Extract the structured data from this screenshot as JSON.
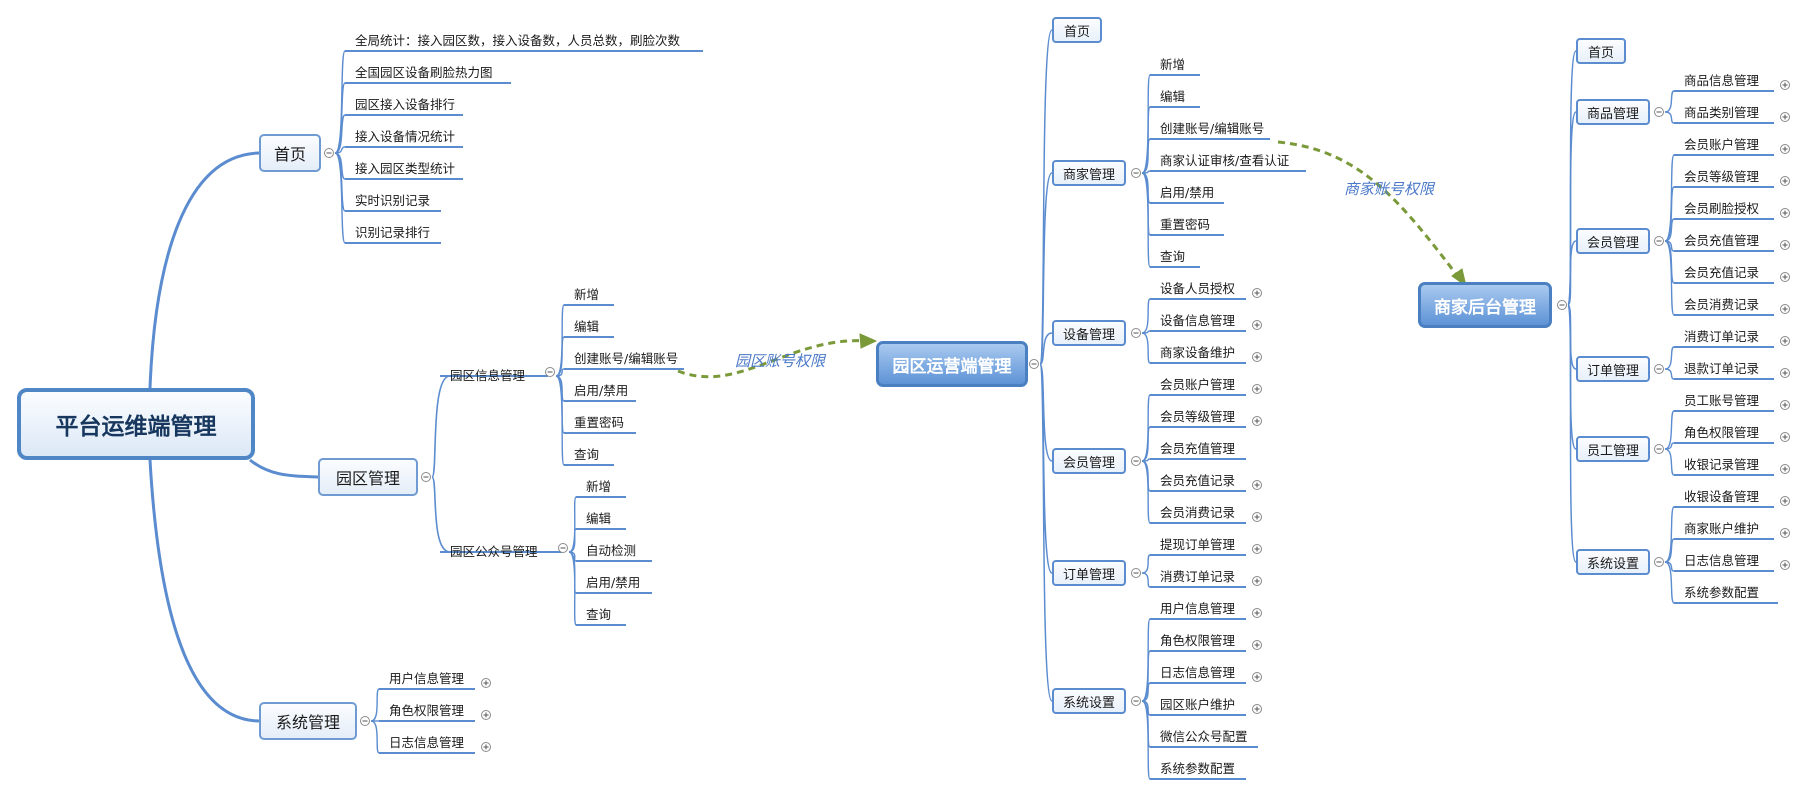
{
  "platform": {
    "root": "平台运维端管理",
    "home": {
      "label": "首页",
      "items": [
        "全局统计：接入园区数，接入设备数，人员总数，刷脸次数",
        "全国园区设备刷脸热力图",
        "园区接入设备排行",
        "接入设备情况统计",
        "接入园区类型统计",
        "实时识别记录",
        "识别记录排行"
      ]
    },
    "park": {
      "label": "园区管理",
      "info": {
        "label": "园区信息管理",
        "items": [
          "新增",
          "编辑",
          "创建账号/编辑账号",
          "启用/禁用",
          "重置密码",
          "查询"
        ]
      },
      "wechat": {
        "label": "园区公众号管理",
        "items": [
          "新增",
          "编辑",
          "自动检测",
          "启用/禁用",
          "查询"
        ]
      }
    },
    "system": {
      "label": "系统管理",
      "items": [
        "用户信息管理",
        "角色权限管理",
        "日志信息管理"
      ]
    }
  },
  "relations": {
    "park_account": "园区账号权限",
    "merchant_account": "商家账号权限"
  },
  "park_ops": {
    "root": "园区运营端管理",
    "home": "首页",
    "merchant": {
      "label": "商家管理",
      "items": [
        "新增",
        "编辑",
        "创建账号/编辑账号",
        "商家认证审核/查看认证",
        "启用/禁用",
        "重置密码",
        "查询"
      ]
    },
    "device": {
      "label": "设备管理",
      "items": [
        "设备人员授权",
        "设备信息管理",
        "商家设备维护"
      ]
    },
    "member": {
      "label": "会员管理",
      "items": [
        "会员账户管理",
        "会员等级管理",
        "会员充值管理",
        "会员充值记录",
        "会员消费记录"
      ]
    },
    "order": {
      "label": "订单管理",
      "items": [
        "提现订单管理",
        "消费订单记录"
      ]
    },
    "system": {
      "label": "系统设置",
      "items": [
        "用户信息管理",
        "角色权限管理",
        "日志信息管理",
        "园区账户维护",
        "微信公众号配置",
        "系统参数配置"
      ]
    }
  },
  "merchant_backend": {
    "root": "商家后台管理",
    "home": "首页",
    "goods": {
      "label": "商品管理",
      "items": [
        "商品信息管理",
        "商品类别管理"
      ]
    },
    "member": {
      "label": "会员管理",
      "items": [
        "会员账户管理",
        "会员等级管理",
        "会员刷脸授权",
        "会员充值管理",
        "会员充值记录",
        "会员消费记录"
      ]
    },
    "order": {
      "label": "订单管理",
      "items": [
        "消费订单记录",
        "退款订单记录"
      ]
    },
    "staff": {
      "label": "员工管理",
      "items": [
        "员工账号管理",
        "角色权限管理",
        "收银记录管理"
      ]
    },
    "system": {
      "label": "系统设置",
      "items": [
        "收银设备管理",
        "商家账户维护",
        "日志信息管理",
        "系统参数配置"
      ]
    }
  },
  "colors": {
    "line": "#5b8ccf",
    "relation": "#7a9a3a",
    "hub": "#5d93d6",
    "relation_text": "#4a78c8"
  }
}
